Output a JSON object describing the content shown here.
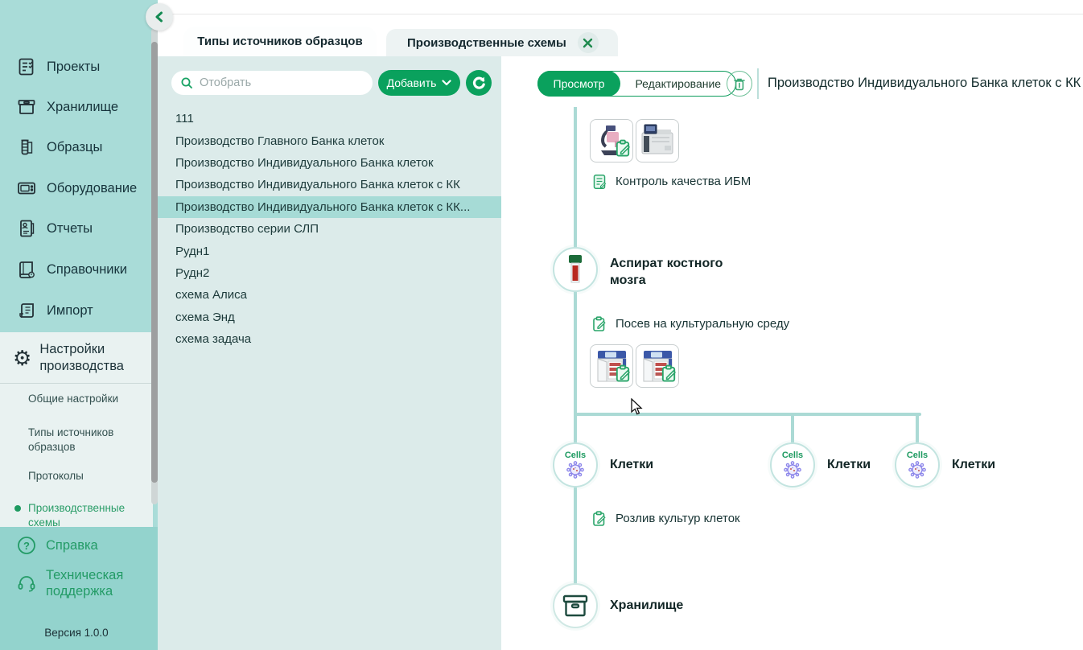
{
  "sidebar": {
    "items": [
      {
        "label": "Проекты",
        "icon": "projects-icon"
      },
      {
        "label": "Хранилище",
        "icon": "storage-icon"
      },
      {
        "label": "Образцы",
        "icon": "samples-icon"
      },
      {
        "label": "Оборудование",
        "icon": "equipment-icon"
      },
      {
        "label": "Отчеты",
        "icon": "reports-icon"
      },
      {
        "label": "Справочники",
        "icon": "references-icon"
      },
      {
        "label": "Импорт",
        "icon": "import-icon"
      }
    ],
    "settings": {
      "label": "Настройки производства",
      "subitems": [
        {
          "label": "Общие настройки"
        },
        {
          "label": "Типы источников образцов"
        },
        {
          "label": "Протоколы"
        },
        {
          "label": "Производственные схемы"
        }
      ],
      "active_subitem": "Производственные схемы"
    },
    "help": "Справка",
    "support": "Техническая поддержка",
    "version": "Версия 1.0.0"
  },
  "tabs": [
    {
      "label": "Типы источников образцов"
    },
    {
      "label": "Производственные схемы",
      "closable": true
    }
  ],
  "list_panel": {
    "search_placeholder": "Отобрать",
    "add_button": "Добавить",
    "items": [
      "111",
      "Производство Главного Банка клеток",
      "Производство Индивидуального Банка клеток",
      "Производство Индивидуального Банка клеток с КК",
      "Производство Индивидуального Банка клеток с КК...",
      "Производство серии СЛП",
      "Рудн1",
      "Рудн2",
      "схема Алиса",
      "схема Энд",
      "схема задача"
    ],
    "selected_index": 4
  },
  "detail": {
    "mode_view": "Просмотр",
    "mode_edit": "Редактирование",
    "title": "Производство Индивидуального Банка клеток с КК",
    "flow": {
      "qc_step": "Контроль качества ИБМ",
      "source_node": "Аспират костного мозга",
      "seed_step": "Посев на культуральную среду",
      "cells_badge": "Cells",
      "cells": [
        {
          "label": "Клетки"
        },
        {
          "label": "Клетки"
        },
        {
          "label": "Клетки"
        }
      ],
      "fill_step": "Розлив культур клеток",
      "storage_node": "Хранилище"
    }
  },
  "colors": {
    "accent_green": "#0aa15d",
    "sidebar_teal": "#a9dcd8",
    "sidebar_bottom_teal": "#93d3cd",
    "panel_bg": "#dcebea",
    "selected_row": "#a6dbd6",
    "flow_line": "#abdad5",
    "link_green": "#2a9d68"
  }
}
